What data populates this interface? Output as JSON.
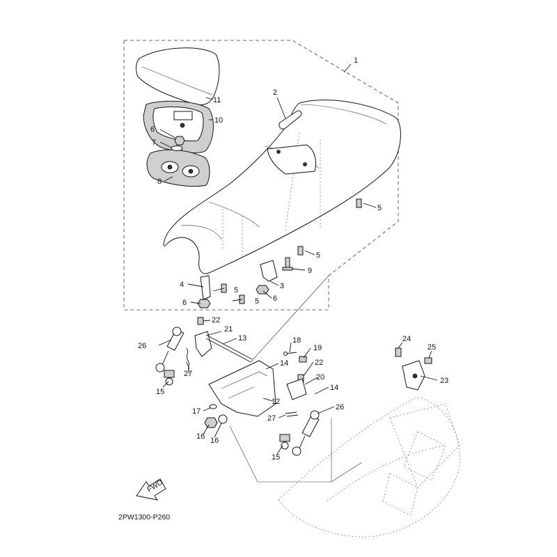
{
  "diagram": {
    "code": "2PW1300-P260",
    "fwd_label": "FWD",
    "callouts": {
      "c1": "1",
      "c2": "2",
      "c3": "3",
      "c4": "4",
      "c5a": "5",
      "c5b": "5",
      "c5c": "5",
      "c5d": "5",
      "c6a": "6",
      "c6b": "6",
      "c6c": "6",
      "c7": "7",
      "c8": "8",
      "c9": "9",
      "c10": "10",
      "c11": "11",
      "c12": "12",
      "c13": "13",
      "c14a": "14",
      "c14b": "14",
      "c15a": "15",
      "c15b": "15",
      "c16a": "16",
      "c16b": "16",
      "c17": "17",
      "c18": "18",
      "c19": "19",
      "c20": "20",
      "c21": "21",
      "c22a": "22",
      "c22b": "22",
      "c23": "23",
      "c24": "24",
      "c25": "25",
      "c26a": "26",
      "c26b": "26",
      "c27a": "27",
      "c27b": "27"
    }
  }
}
